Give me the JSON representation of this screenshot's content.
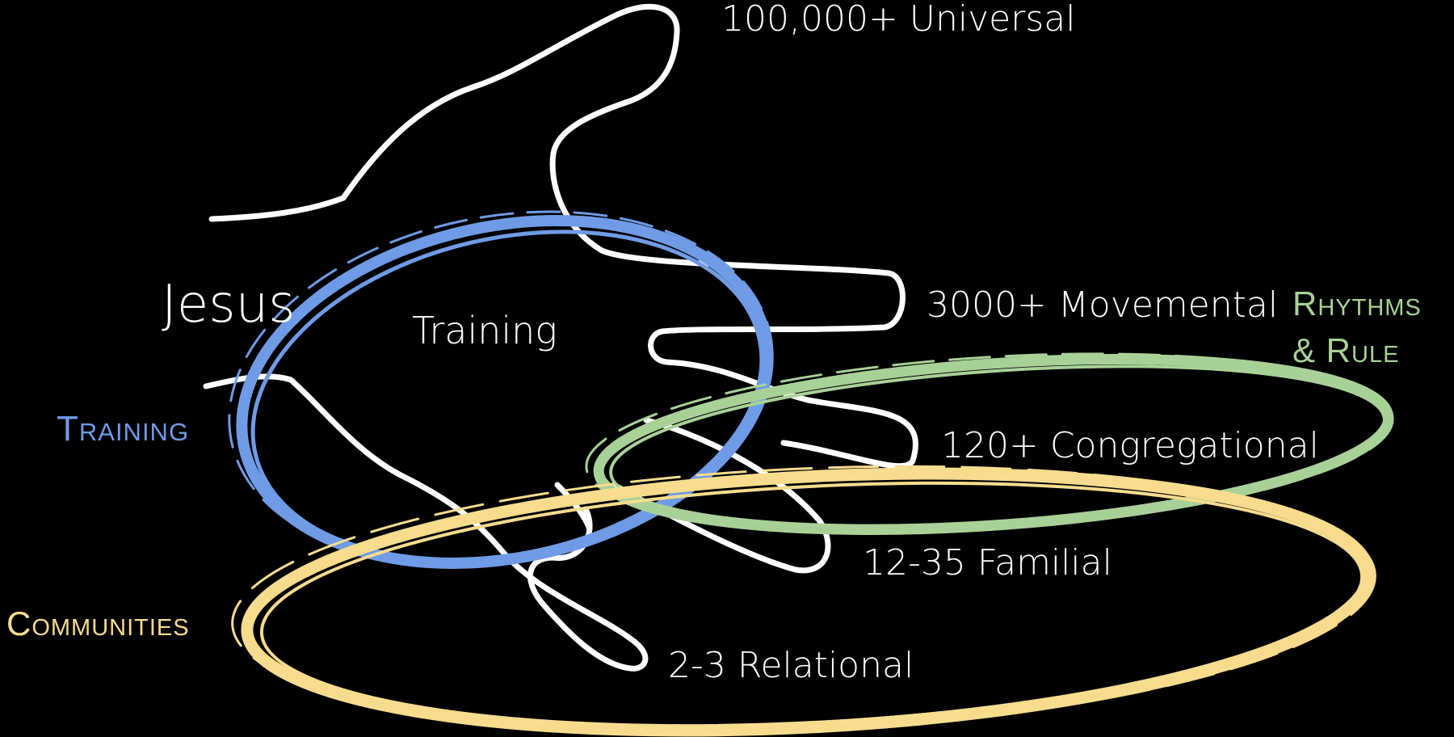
{
  "diagram": {
    "center_label": "Jesus",
    "inner_label": "Training",
    "finger_labels": [
      {
        "key": "universal",
        "text": "100,000+ Universal"
      },
      {
        "key": "movemental",
        "text": "3000+ Movemental"
      },
      {
        "key": "congregational",
        "text": "120+ Congregational"
      },
      {
        "key": "familial",
        "text": "12-35 Familial"
      },
      {
        "key": "relational",
        "text": "2-3 Relational"
      }
    ],
    "rings": [
      {
        "key": "training",
        "label": "Training",
        "color": "#6f9be6"
      },
      {
        "key": "rhythms",
        "label_line1": "Rhythms",
        "label_line2": "& Rule",
        "color": "#a8d197"
      },
      {
        "key": "communities",
        "label": "Communities",
        "color": "#f7dc8e"
      }
    ],
    "colors": {
      "background": "#000000",
      "hand_stroke": "#ffffff",
      "text": "#ffffff"
    }
  }
}
